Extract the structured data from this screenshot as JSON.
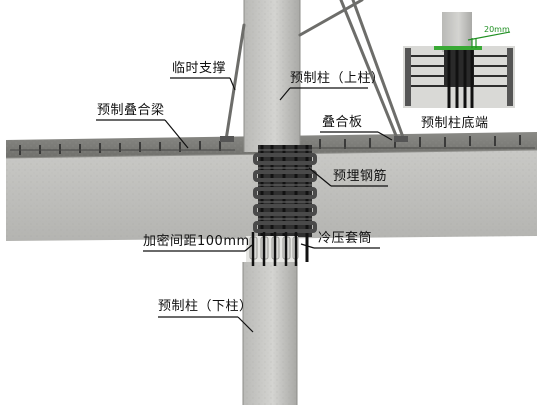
{
  "labels": {
    "temporary_support": "临时支撑",
    "precast_column_upper": "预制柱（上柱）",
    "precast_composite_beam": "预制叠合梁",
    "composite_slab": "叠合板",
    "embedded_rebar": "预埋钢筋",
    "densified_spacing": "加密间距100mm",
    "cold_press_sleeve": "冷压套筒",
    "precast_column_lower": "预制柱（下柱）",
    "column_bottom_end": "预制柱底端"
  },
  "inset": {
    "dimension_text": "20mm"
  }
}
